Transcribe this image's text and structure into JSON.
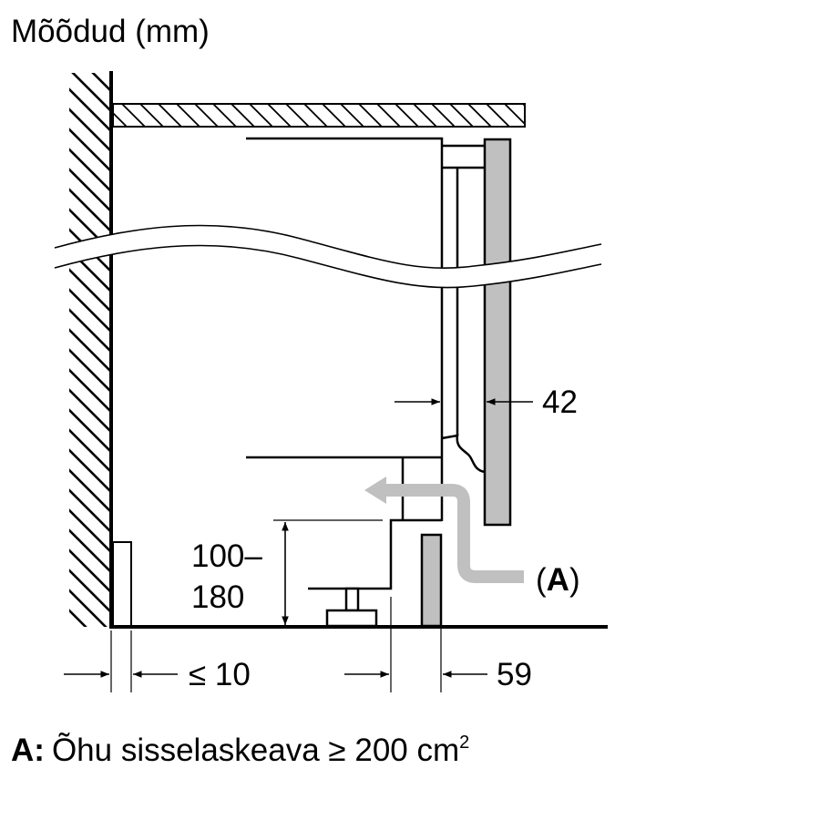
{
  "title": "Mõõdud (mm)",
  "dimensions": {
    "door_gap": "42",
    "plinth_height_line1": "100–",
    "plinth_height_line2": "180",
    "wall_gap": "≤ 10",
    "plinth_offset": "59"
  },
  "callout": {
    "open": "(",
    "letter": "A",
    "close": ")"
  },
  "legend": {
    "key": "A:",
    "text": "Õhu sisselaskeava ≥ 200 cm",
    "superscript": "2"
  },
  "colors": {
    "line": "#000000",
    "door_fill": "#c0c0c0",
    "airflow_arrow": "#c0c0c0"
  }
}
